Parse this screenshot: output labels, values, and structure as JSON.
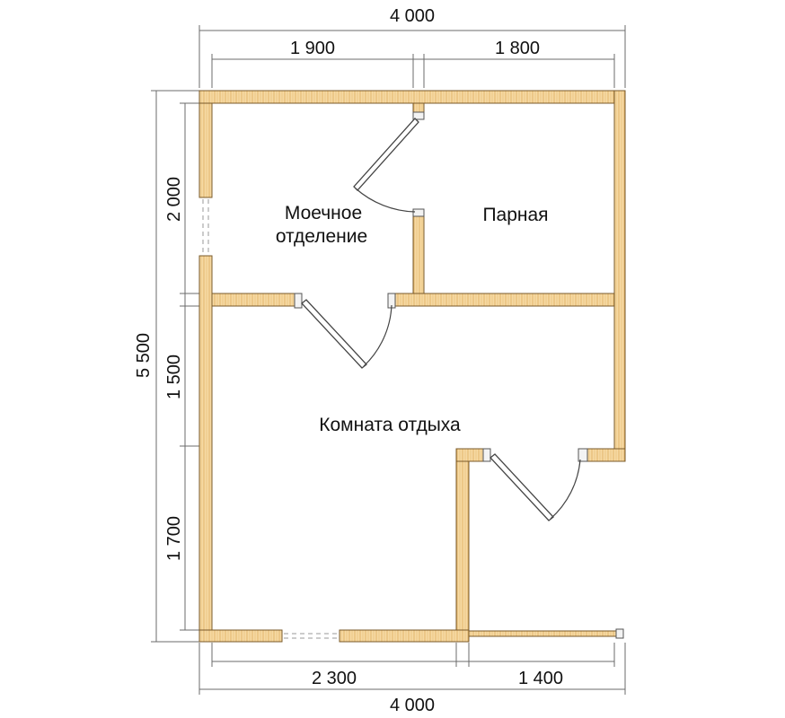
{
  "dimensions": {
    "top_total": "4 000",
    "top_left": "1 900",
    "top_right": "1 800",
    "left_total": "5 500",
    "left_top": "2 000",
    "left_mid": "1 500",
    "left_bottom": "1 700",
    "bottom_left": "2 300",
    "bottom_right": "1 400",
    "bottom_total": "4 000"
  },
  "rooms": {
    "washing_line1": "Моечное",
    "washing_line2": "отделение",
    "steam": "Парная",
    "rest": "Комната отдыха"
  },
  "colors": {
    "wood_light": "#f6d9a3",
    "wood_dark": "#e3b56b",
    "wall_outline": "#7a5a2a"
  }
}
